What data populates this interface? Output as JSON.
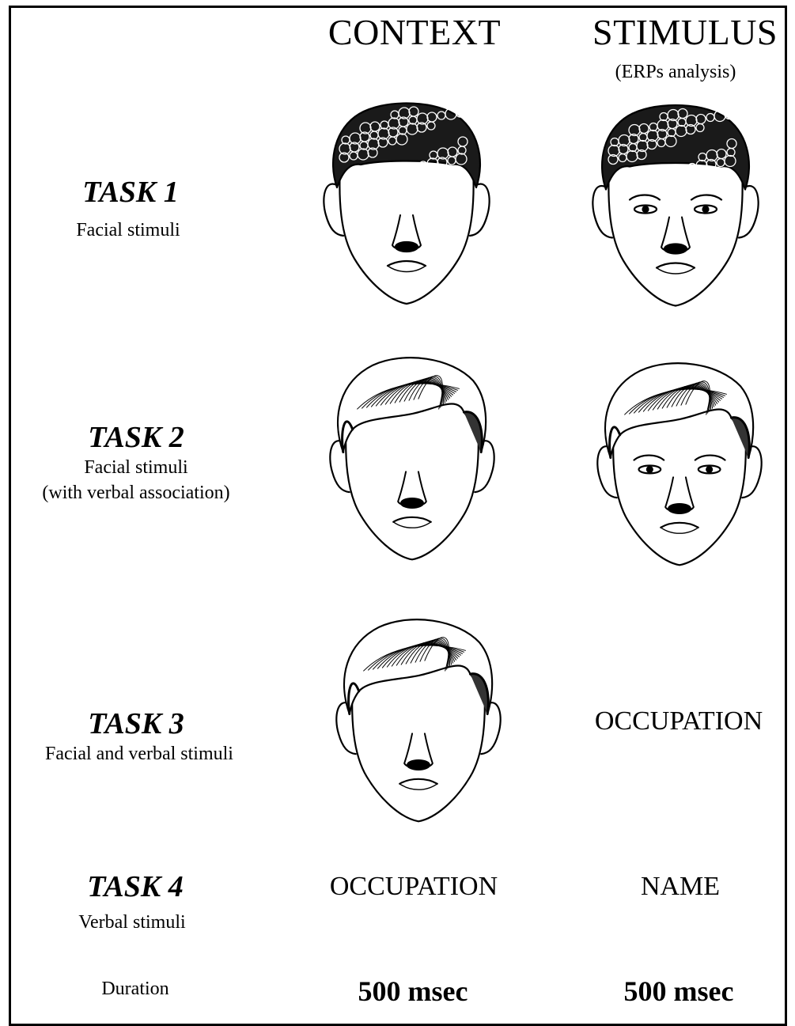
{
  "columns": {
    "context": "CONTEXT",
    "stimulus": "STIMULUS",
    "stimulus_sub": "(ERPs analysis)"
  },
  "tasks": [
    {
      "title": "TASK 1",
      "desc": [
        "Facial stimuli"
      ]
    },
    {
      "title": "TASK 2",
      "desc": [
        "Facial stimuli",
        "(with verbal association)"
      ]
    },
    {
      "title": "TASK 3",
      "desc": [
        "Facial and verbal stimuli"
      ]
    },
    {
      "title": "TASK 4",
      "desc": [
        "Verbal stimuli"
      ]
    }
  ],
  "cells": {
    "task3_stimulus": "OCCUPATION",
    "task4_context": "OCCUPATION",
    "task4_stimulus": "NAME"
  },
  "duration": {
    "label": "Duration",
    "context": "500 msec",
    "stimulus": "500 msec"
  },
  "faces": [
    {
      "name": "task1-context-face",
      "hair": "curly",
      "eyes": false
    },
    {
      "name": "task1-stimulus-face",
      "hair": "curly",
      "eyes": true
    },
    {
      "name": "task2-context-face",
      "hair": "swept",
      "eyes": false
    },
    {
      "name": "task2-stimulus-face",
      "hair": "swept",
      "eyes": true
    },
    {
      "name": "task3-context-face",
      "hair": "swept",
      "eyes": false
    }
  ]
}
